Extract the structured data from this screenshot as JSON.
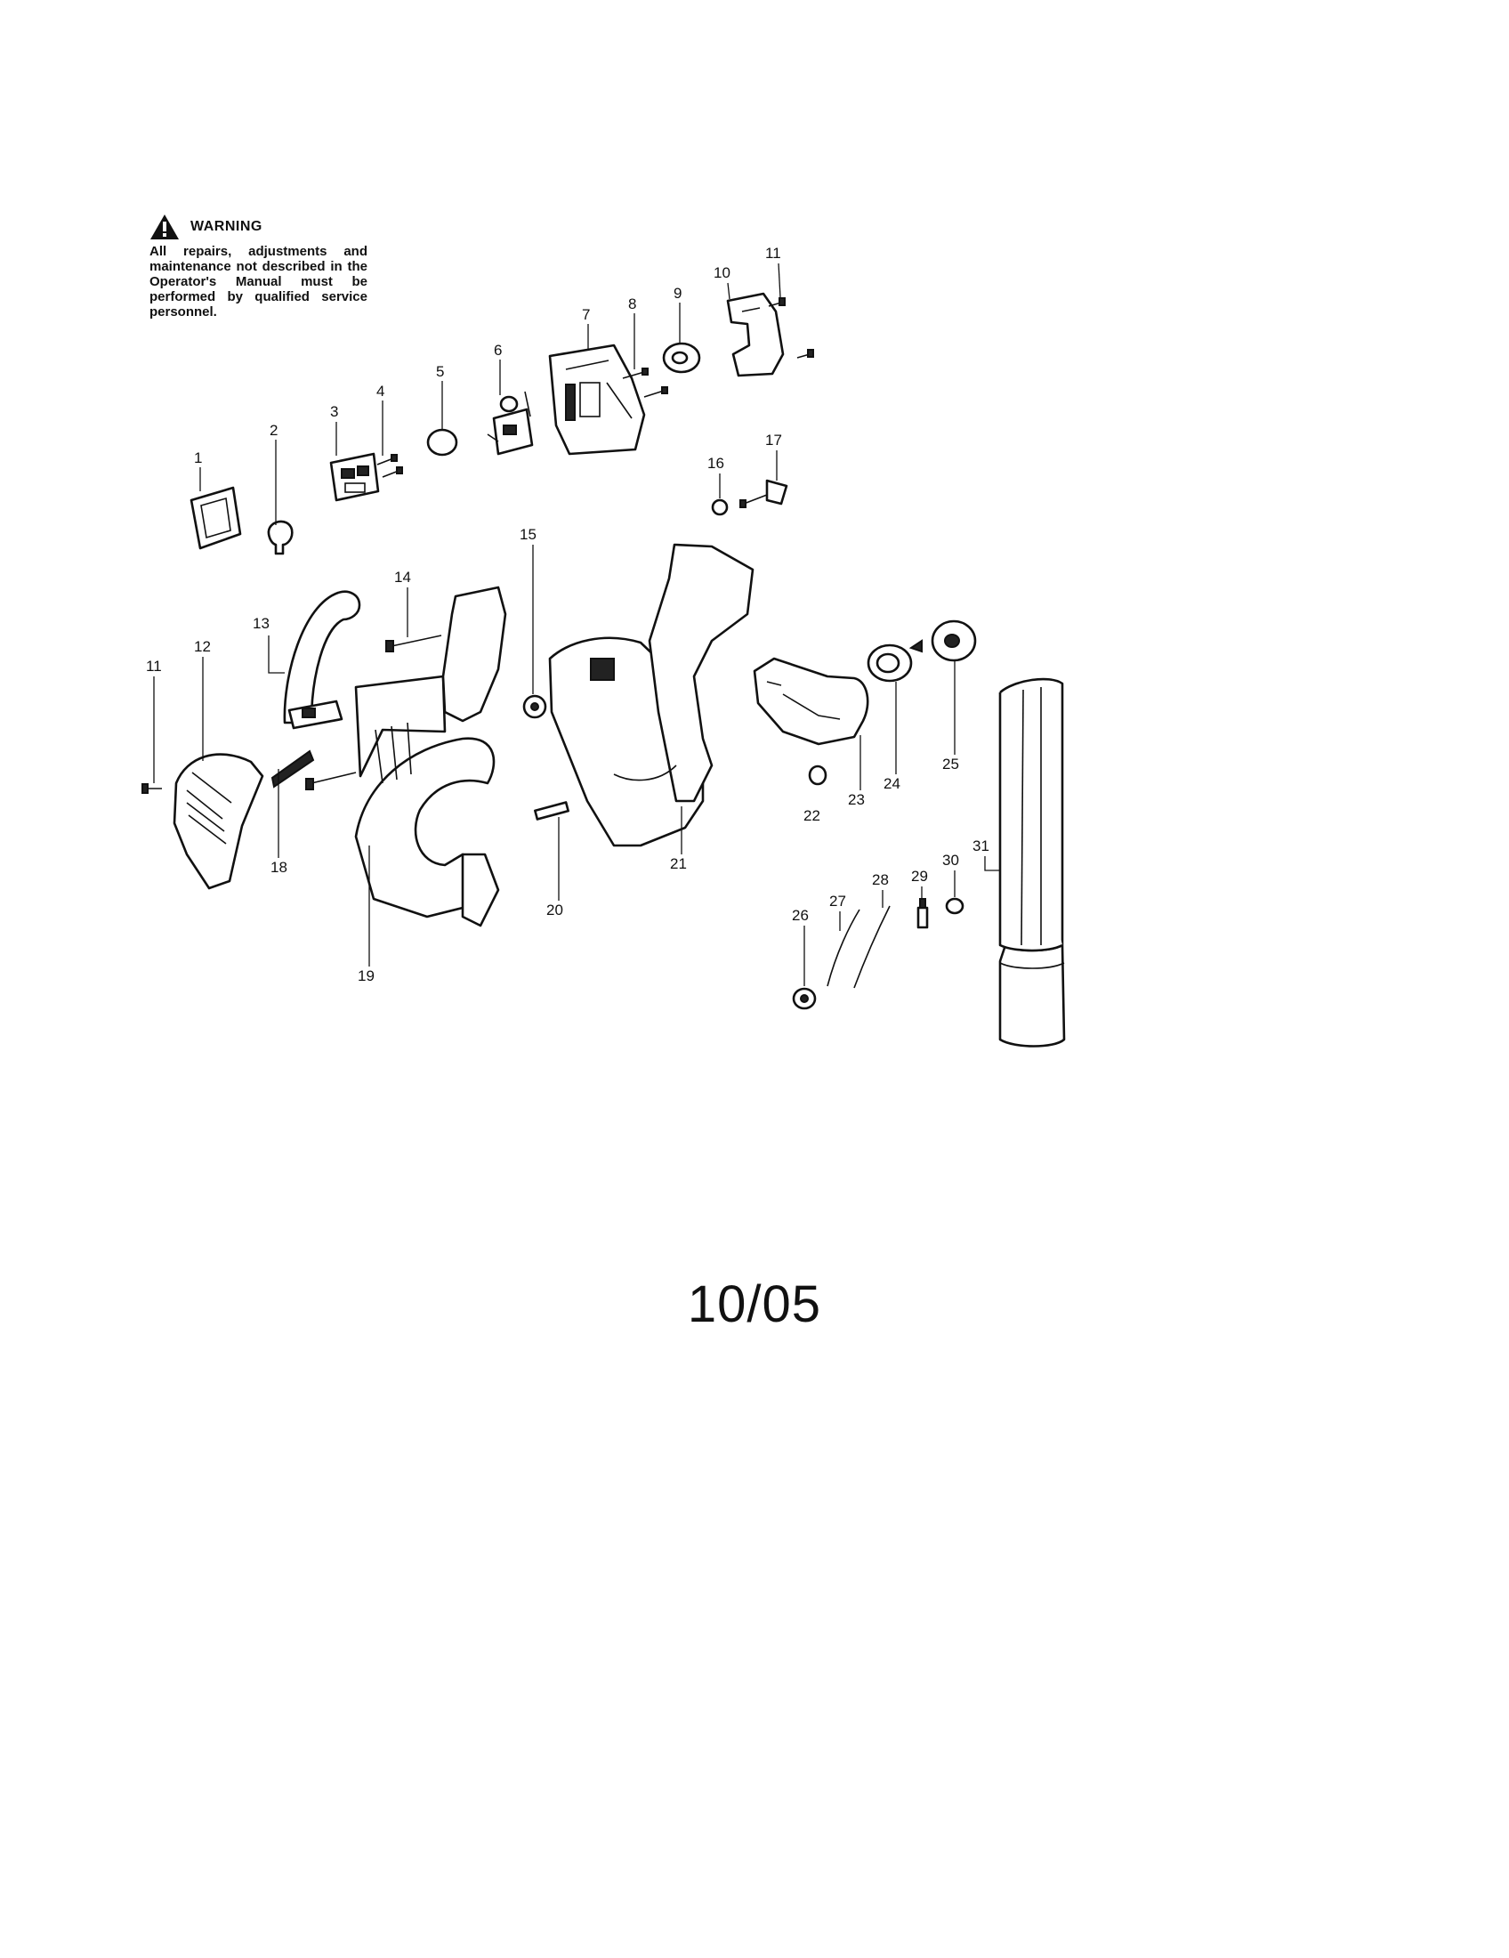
{
  "warning": {
    "title": "WARNING",
    "text": "All repairs, adjustments and maintenance not described in the Operator's Manual must be performed by qualified service personnel."
  },
  "diagram": {
    "part_labels": [
      "1",
      "2",
      "3",
      "4",
      "5",
      "6",
      "7",
      "8",
      "9",
      "10",
      "11",
      "11",
      "12",
      "13",
      "14",
      "15",
      "16",
      "17",
      "18",
      "19",
      "20",
      "21",
      "22",
      "23",
      "24",
      "25",
      "26",
      "27",
      "28",
      "29",
      "30",
      "31"
    ]
  },
  "footer": {
    "date": "10/05"
  }
}
